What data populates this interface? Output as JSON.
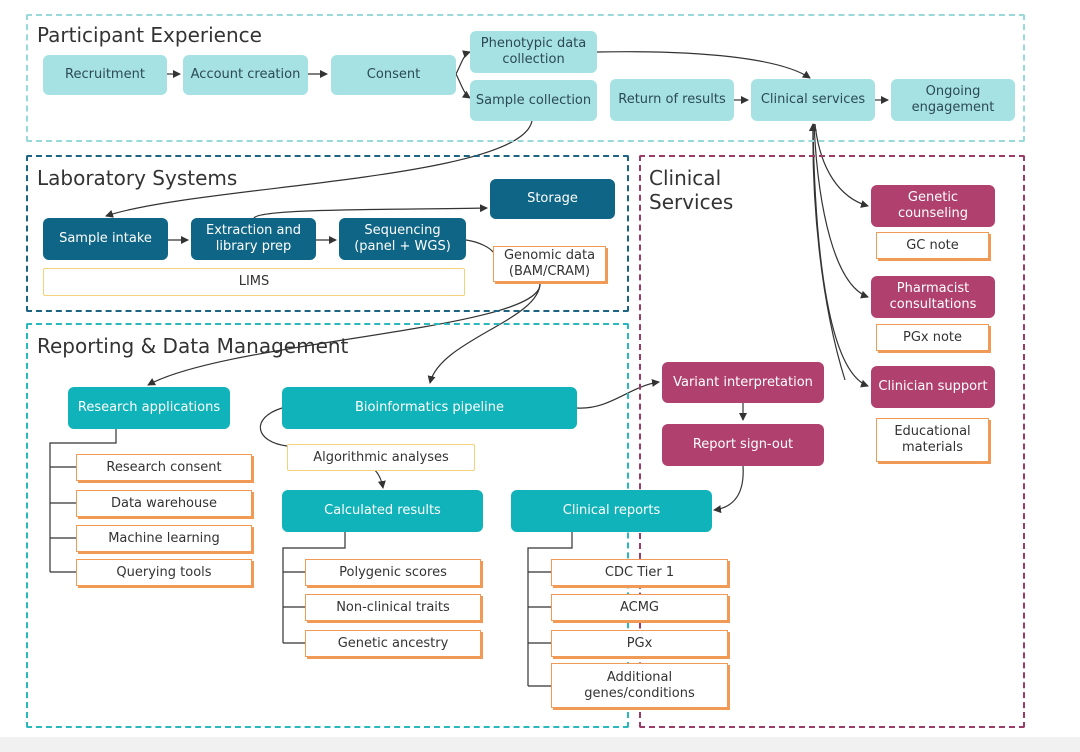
{
  "regions": {
    "participant": "Participant Experience",
    "lab": "Laboratory Systems",
    "reporting": "Reporting & Data Management",
    "clinical": "Clinical Services"
  },
  "participant": {
    "recruitment": "Recruitment",
    "account_creation": "Account creation",
    "consent": "Consent",
    "phenotypic": "Phenotypic data collection",
    "sample_collection": "Sample collection",
    "return_results": "Return of results",
    "clinical_services": "Clinical services",
    "ongoing": "Ongoing engagement"
  },
  "lab": {
    "sample_intake": "Sample intake",
    "extraction": "Extraction and library prep",
    "sequencing": "Sequencing (panel + WGS)",
    "storage": "Storage",
    "lims": "LIMS",
    "genomic_data": "Genomic data (BAM/CRAM)"
  },
  "reporting": {
    "research_apps": "Research applications",
    "research_items": [
      "Research consent",
      "Data warehouse",
      "Machine learning",
      "Querying  tools"
    ],
    "bioinformatics": "Bioinformatics pipeline",
    "algorithmic": "Algorithmic analyses",
    "calculated": "Calculated results",
    "calculated_items": [
      "Polygenic scores",
      "Non-clinical traits",
      "Genetic ancestry"
    ],
    "clinical_reports": "Clinical reports",
    "report_items": [
      "CDC Tier 1",
      "ACMG",
      "PGx",
      "Additional genes/conditions"
    ]
  },
  "clinical": {
    "variant_interp": "Variant interpretation",
    "report_signout": "Report sign-out",
    "genetic_counseling": "Genetic counseling",
    "gc_note": "GC note",
    "pharmacist": "Pharmacist consultations",
    "pgx_note": "PGx note",
    "clinician": "Clinician support",
    "edu": "Educational materials"
  },
  "colors": {
    "light_teal": "#a6e2e3",
    "dark_blue": "#0f6585",
    "teal": "#0fb3b9",
    "magenta": "#b0416e",
    "note_border": "#f09a55",
    "lims_border": "#f2d27a"
  }
}
